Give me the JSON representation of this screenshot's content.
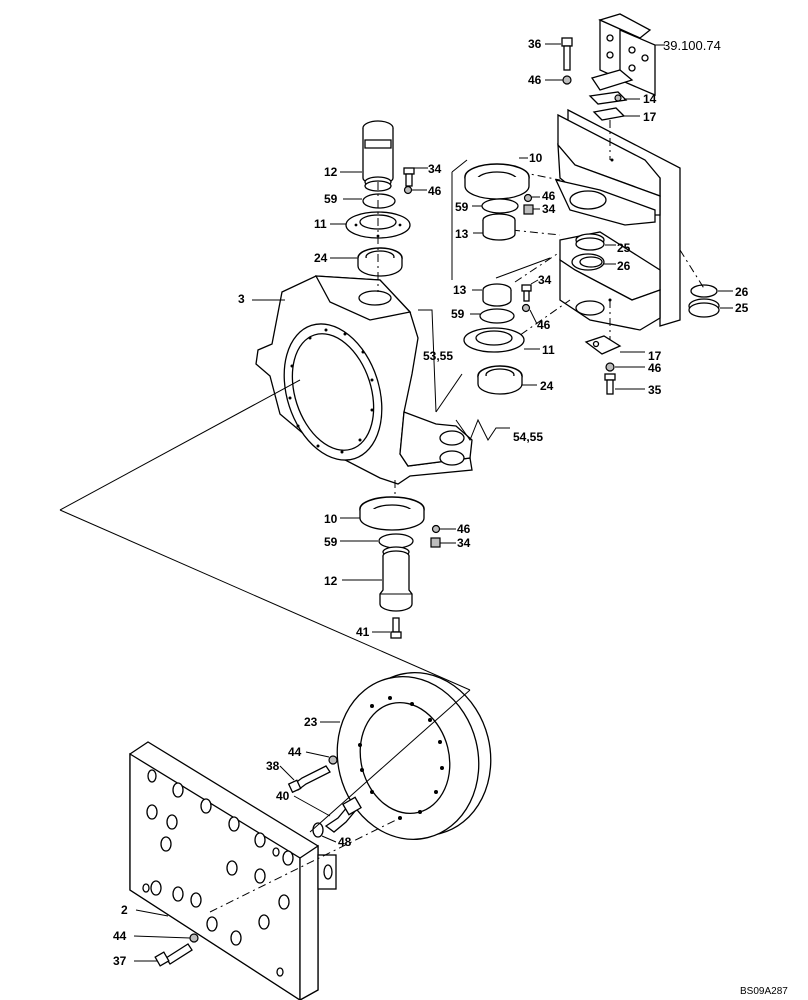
{
  "labels": {
    "l2": "2",
    "l3": "3",
    "l10a": "10",
    "l10b": "10",
    "l11a": "11",
    "l11b": "11",
    "l12a": "12",
    "l12b": "12",
    "l13a": "13",
    "l13b": "13",
    "l14": "14",
    "l17a": "17",
    "l17b": "17",
    "l23": "23",
    "l24a": "24",
    "l24b": "24",
    "l25a": "25",
    "l25b": "25",
    "l26a": "26",
    "l26b": "26",
    "l34a": "34",
    "l34b": "34",
    "l34c": "34",
    "l34d": "34",
    "l35": "35",
    "l36": "36",
    "l37": "37",
    "l38": "38",
    "l40": "40",
    "l41": "41",
    "l44a": "44",
    "l44b": "44",
    "l46a": "46",
    "l46b": "46",
    "l46c": "46",
    "l46d": "46",
    "l46e": "46",
    "l46f": "46",
    "l48": "48",
    "l59a": "59",
    "l59b": "59",
    "l59c": "59",
    "l59d": "59",
    "l5355": "53,55",
    "l5455": "54,55",
    "ref": "39.100.74"
  },
  "figure_code": "BS09A287"
}
